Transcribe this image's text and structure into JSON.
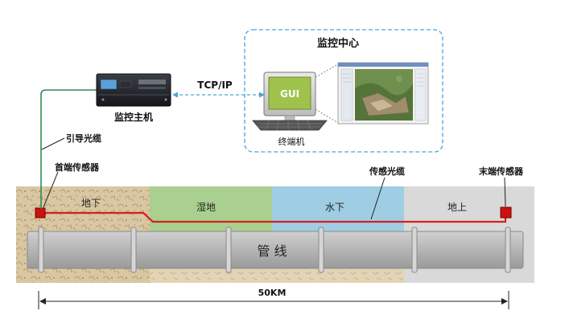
{
  "labels": {
    "monitor_center": "监控中心",
    "protocol": "TCP/IP",
    "host": "监控主机",
    "terminal": "终端机",
    "gui": "GUI",
    "lead_fiber": "引导光缆",
    "head_sensor": "首端传感器",
    "sensing_fiber": "传感光缆",
    "end_sensor": "末端传感器",
    "pipeline": "管 线",
    "distance": "50KM"
  },
  "zones": [
    {
      "label": "地下",
      "color": "#d9c7a3"
    },
    {
      "label": "湿地",
      "color": "#a9d08e"
    },
    {
      "label": "水下",
      "color": "#9fcde3"
    },
    {
      "label": "地上",
      "color": "#d9d9d9"
    }
  ],
  "colors": {
    "fiber_red": "#d81e1e",
    "lead_green": "#2e8b57",
    "dashed_blue": "#4aa3d6",
    "pipe_gray": "#b3b3b3",
    "sensor_red": "#cc1111"
  },
  "icons": {
    "host": "rack-server-icon",
    "terminal": "desktop-computer-icon",
    "screenshot": "gis-map-screenshot-icon"
  }
}
